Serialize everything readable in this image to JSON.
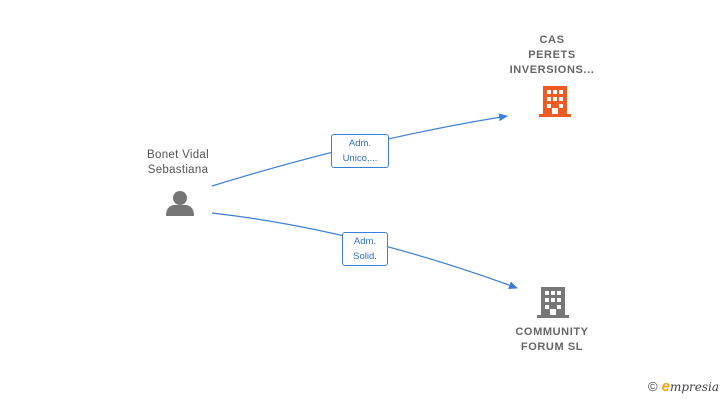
{
  "person": {
    "name_line1": "Bonet Vidal",
    "name_line2": "Sebastiana",
    "icon": "person-icon"
  },
  "companies": [
    {
      "line1": "CAS",
      "line2": "PERETS",
      "line3": "INVERSIONS...",
      "icon": "building-icon",
      "color": "#f05a23"
    },
    {
      "line1": "COMMUNITY",
      "line2": "FORUM SL",
      "icon": "building-icon",
      "color": "#777777"
    }
  ],
  "edges": [
    {
      "line1": "Adm.",
      "line2": "Unico,..."
    },
    {
      "line1": "Adm.",
      "line2": "Solid."
    }
  ],
  "brand": {
    "copyright": "©",
    "logo_e": "e",
    "logo_rest": "mpresia"
  },
  "colors": {
    "edge": "#3d7fd6",
    "person": "#777777"
  }
}
